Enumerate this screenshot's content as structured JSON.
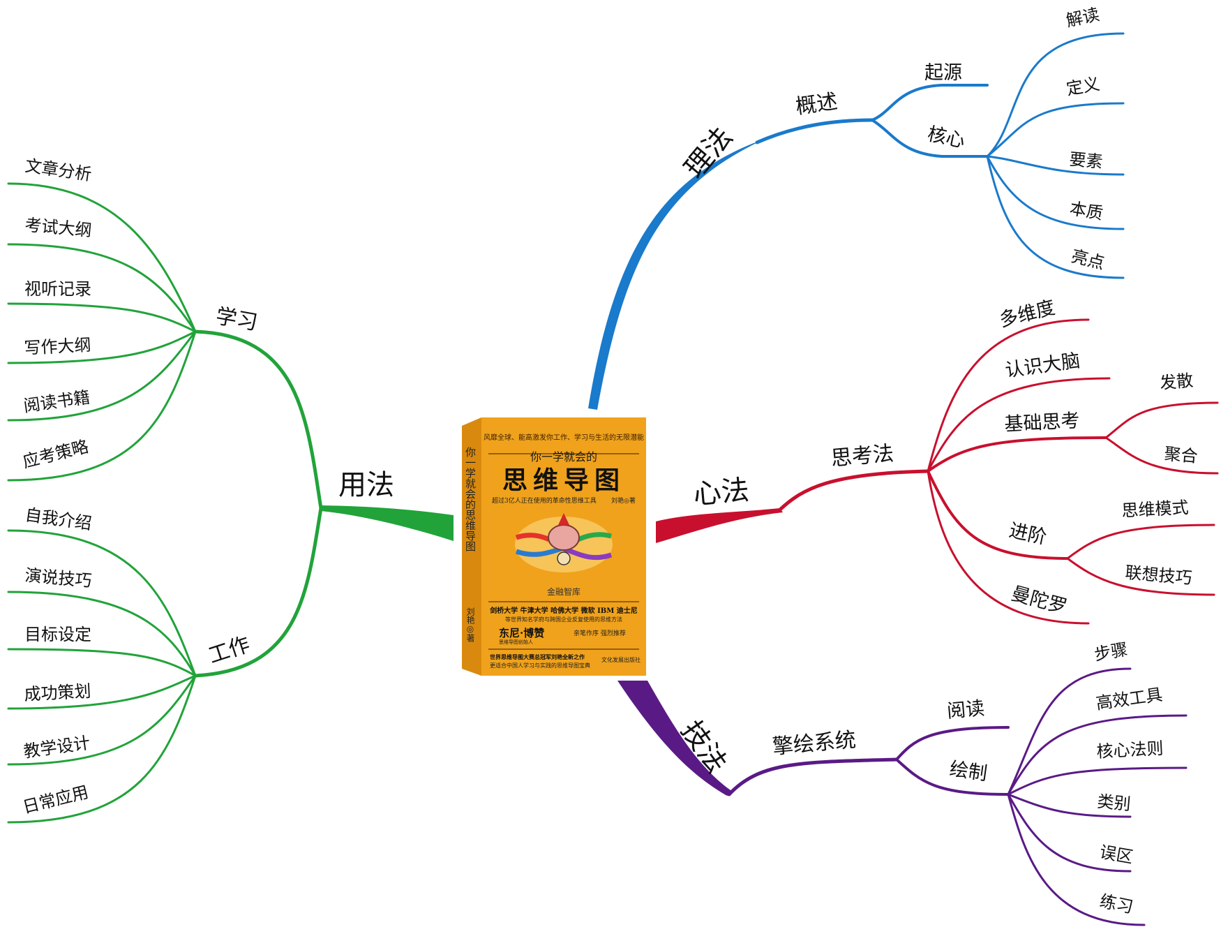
{
  "center": {
    "banner": "风靡全球、能高激发你工作、学习与生活的无限潜能",
    "kicker": "你一学就会的",
    "title": "思维导图",
    "subtitle": "超过3亿人正在使用的革命性思维工具",
    "author": "刘艳◎著",
    "spine": "你一学就会的思维导图",
    "spine_author": "刘艳◎著",
    "art_caption": "金融智库",
    "universities": "剑桥大学 牛津大学 哈佛大学 微软 IBM 迪士尼",
    "universities_sub": "等世界知名学府与跨国企业反复使用的思维方法",
    "endorser": "东尼·博赞",
    "endorser_sub": "思维导图创始人",
    "endorse_note": "亲笔作序 强烈推荐",
    "footer1": "世界思维导图大赛总冠军刘艳全新之作",
    "footer2": "更适合中国人学习与实践的思维导图宝典",
    "publisher": "文化发展出版社",
    "colors": {
      "cover": "#f0a21c",
      "cover_dark": "#d98a0e"
    }
  },
  "colors": {
    "lifa": "#1a7acb",
    "xinfa": "#c8102e",
    "jifa": "#5a1a86",
    "yongfa": "#21a33a"
  },
  "branches": {
    "lifa": {
      "label": "理法",
      "child": {
        "label": "概述",
        "children": [
          {
            "label": "起源"
          },
          {
            "label": "核心",
            "children": [
              "解读",
              "定义",
              "要素",
              "本质",
              "亮点"
            ]
          }
        ]
      }
    },
    "xinfa": {
      "label": "心法",
      "child": {
        "label": "思考法",
        "children": [
          {
            "label": "多维度"
          },
          {
            "label": "认识大脑"
          },
          {
            "label": "基础思考",
            "children": [
              "发散",
              "聚合"
            ]
          },
          {
            "label": "进阶",
            "children": [
              "思维模式",
              "联想技巧"
            ]
          },
          {
            "label": "曼陀罗"
          }
        ]
      }
    },
    "jifa": {
      "label": "技法",
      "child": {
        "label": "擎绘系统",
        "children": [
          {
            "label": "阅读"
          },
          {
            "label": "绘制",
            "children": [
              "步骤",
              "高效工具",
              "核心法则",
              "类别",
              "误区",
              "练习"
            ]
          }
        ]
      }
    },
    "yongfa": {
      "label": "用法",
      "children": [
        {
          "label": "学习",
          "children": [
            "文章分析",
            "考试大纲",
            "视听记录",
            "写作大纲",
            "阅读书籍",
            "应考策略"
          ]
        },
        {
          "label": "工作",
          "children": [
            "自我介绍",
            "演说技巧",
            "目标设定",
            "成功策划",
            "教学设计",
            "日常应用"
          ]
        }
      ]
    }
  }
}
